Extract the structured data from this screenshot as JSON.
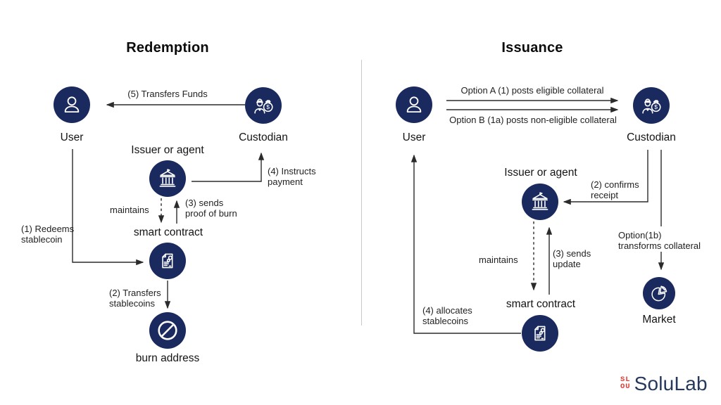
{
  "panels": {
    "redemption": {
      "title": "Redemption",
      "nodes": {
        "user": {
          "label": "User",
          "icon": "person-icon"
        },
        "custodian": {
          "label": "Custodian",
          "icon": "guard-moneybag-icon"
        },
        "issuer": {
          "label": "Issuer or agent",
          "icon": "bank-icon"
        },
        "smart_contract": {
          "label": "smart contract",
          "icon": "contract-gears-icon"
        },
        "burn_address": {
          "label": "burn address",
          "icon": "prohibition-icon"
        }
      },
      "edges": {
        "transfers_funds": "(5) Transfers Funds",
        "instructs_payment": "(4) Instructs\npayment",
        "maintains": "maintains",
        "sends_proof": "(3) sends\nproof of burn",
        "redeems_stablecoin": "(1) Redeems\nstablecoin",
        "transfers_stablecoins": "(2) Transfers\nstablecoins"
      }
    },
    "issuance": {
      "title": "Issuance",
      "nodes": {
        "user": {
          "label": "User",
          "icon": "person-icon"
        },
        "custodian": {
          "label": "Custodian",
          "icon": "guard-moneybag-icon"
        },
        "issuer": {
          "label": "Issuer or agent",
          "icon": "bank-icon"
        },
        "smart_contract": {
          "label": "smart contract",
          "icon": "contract-gears-icon"
        },
        "market": {
          "label": "Market",
          "icon": "pie-chart-icon"
        }
      },
      "edges": {
        "option_a": "Option A (1) posts eligible collateral",
        "option_b": "Option B (1a) posts non-eligible collateral",
        "confirms_receipt": "(2) confirms\nreceipt",
        "option_1b": "Option(1b)\ntransforms collateral",
        "maintains": "maintains",
        "sends_update": "(3) sends\nupdate",
        "allocates_stablecoins": "(4) allocates\nstablecoins"
      }
    }
  },
  "branding": {
    "logo_text": "SoluLab",
    "logo_glyph_top": "SL",
    "logo_glyph_bottom": "OU"
  },
  "colors": {
    "node": "#1b2a5e",
    "line": "#2b2b2b",
    "divider": "#c9c9c9",
    "logo_red": "#e23b33",
    "logo_navy": "#26395c"
  }
}
